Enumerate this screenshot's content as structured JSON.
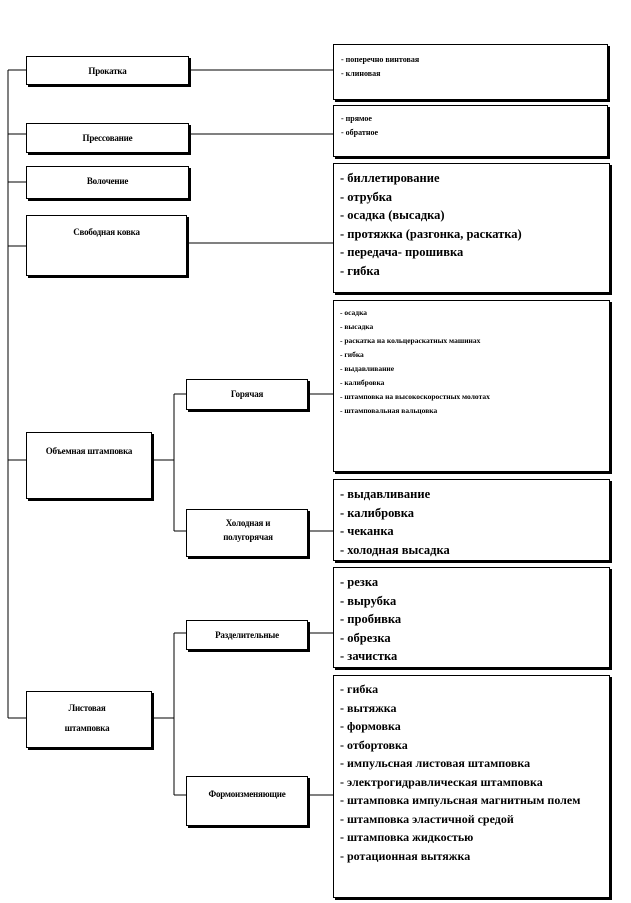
{
  "left_nodes": [
    {
      "label": "Прокатка"
    },
    {
      "label": "Прессование"
    },
    {
      "label": "Волочение"
    },
    {
      "label": "Свободная ковка"
    },
    {
      "label": "Объемная штамповка"
    },
    {
      "label": "Листовая штамповка"
    }
  ],
  "sub_nodes": [
    {
      "label": "Горячая"
    },
    {
      "label": "Холодная и полугорячая"
    },
    {
      "label": "Разделительные"
    },
    {
      "label": "Формоизменяющие"
    }
  ],
  "lists": {
    "rolling": [
      "поперечно винтовая",
      "клиновая"
    ],
    "pressing": [
      "прямое",
      "обратное"
    ],
    "forging": [
      "биллетирование",
      "отрубка",
      "осадка (высадка)",
      "протяжка (разгонка, раскатка)",
      "передача- прошивка",
      "гибка"
    ],
    "hot_stamping": [
      "осадка",
      "высадка",
      "раскатка на кольцераскатных машинах",
      "гибка",
      "выдавливание",
      "калибровка",
      "штамповка на высокоскоростных молотах",
      "штамповальная вальцовка"
    ],
    "cold_stamping": [
      "выдавливание",
      "калибровка",
      "чеканка",
      "холодная высадка"
    ],
    "separating": [
      "резка",
      "вырубка",
      "пробивка",
      "обрезка",
      "зачистка"
    ],
    "forming": [
      "гибка",
      "вытяжка",
      "формовка",
      "отбортовка",
      "импульсная листовая штамповка",
      "электрогидравлическая штамповка",
      "штамповка импульсная магнитным полем",
      "штамповка эластичной средой",
      "штамповка жидкостью",
      "ротационная вытяжка"
    ]
  }
}
